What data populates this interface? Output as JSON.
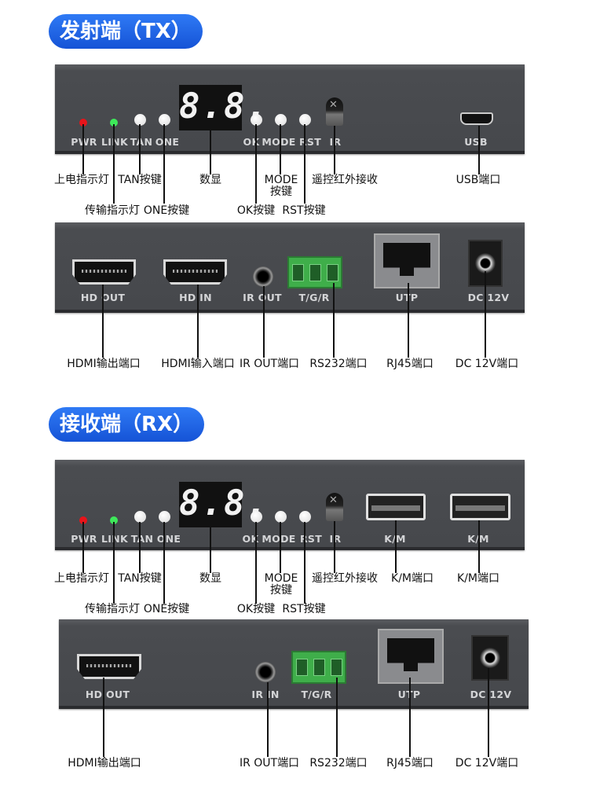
{
  "tx": {
    "title": "发射端（TX）",
    "front": {
      "display": "8.8.",
      "panel_labels": {
        "pwr": "PWR",
        "link": "LINK",
        "tan": "TAN",
        "one": "ONE",
        "ok": "OK",
        "mode": "MODE",
        "rst": "RST",
        "ir": "IR",
        "usb": "USB"
      },
      "callouts": {
        "pwr": "上电指示灯",
        "link": "传输指示灯",
        "tan": "TAN按键",
        "one": "ONE按键",
        "display": "数显",
        "ok": "OK按键",
        "mode": "MODE",
        "mode_2": "按键",
        "rst": "RST按键",
        "ir": "遥控红外接收",
        "usb": "USB端口"
      }
    },
    "rear": {
      "panel_labels": {
        "hd_out": "HD OUT",
        "hd_in": "HD IN",
        "ir_out": "IR OUT",
        "tgr": "T/G/R",
        "utp": "UTP",
        "dc": "DC 12V"
      },
      "callouts": {
        "hd_out": "HDMI输出端口",
        "hd_in": "HDMI输入端口",
        "ir_out": "IR OUT端口",
        "rs232": "RS232端口",
        "rj45": "RJ45端口",
        "dc": "DC 12V端口"
      }
    }
  },
  "rx": {
    "title": "接收端（RX）",
    "front": {
      "display": "8.8.",
      "panel_labels": {
        "pwr": "PWR",
        "link": "LINK",
        "tan": "TAN",
        "one": "ONE",
        "ok": "OK",
        "mode": "MODE",
        "rst": "RST",
        "ir": "IR",
        "km1": "K/M",
        "km2": "K/M"
      },
      "callouts": {
        "pwr": "上电指示灯",
        "link": "传输指示灯",
        "tan": "TAN按键",
        "one": "ONE按键",
        "display": "数显",
        "ok": "OK按键",
        "mode": "MODE",
        "mode_2": "按键",
        "rst": "RST按键",
        "ir": "遥控红外接收",
        "km1": "K/M端口",
        "km2": "K/M端口"
      }
    },
    "rear": {
      "panel_labels": {
        "hd_out": "HD OUT",
        "ir_in": "IR IN",
        "tgr": "T/G/R",
        "utp": "UTP",
        "dc": "DC 12V"
      },
      "callouts": {
        "hd_out": "HDMI输出端口",
        "ir_out": "IR OUT端口",
        "rs232": "RS232端口",
        "rj45": "RJ45端口",
        "dc": "DC 12V端口"
      }
    }
  },
  "colors": {
    "title_pill": "#1f63e6",
    "panel": "#4a4c50",
    "led_power": "#e8141a",
    "led_link": "#3ee85a",
    "terminal": "#3fae4a"
  }
}
